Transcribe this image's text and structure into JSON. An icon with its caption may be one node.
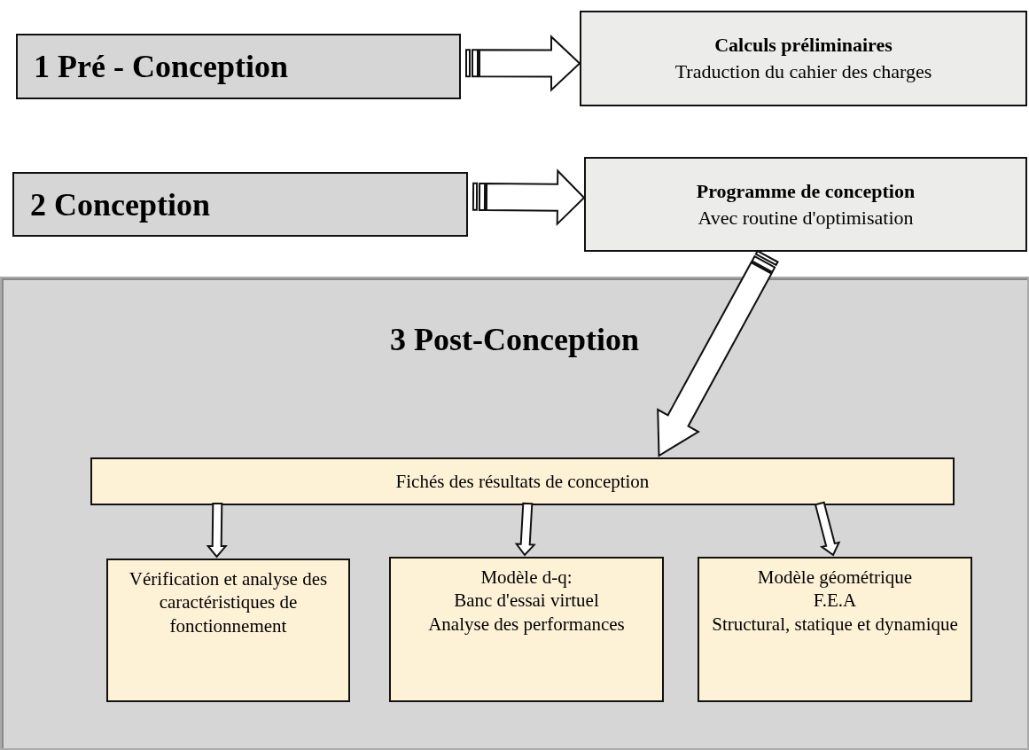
{
  "diagram": {
    "nodes": [
      {
        "text": [
          "1 Pré - Conception"
        ]
      },
      {
        "text": [
          "Calculs préliminaires",
          "Traduction du cahier des charges"
        ]
      },
      {
        "text": [
          "2 Conception"
        ]
      },
      {
        "text": [
          "Programme de conception",
          "Avec routine d'optimisation"
        ]
      },
      {
        "text": [
          "3 Post-Conception"
        ]
      },
      {
        "text": [
          "Fichés des résultats de conception"
        ],
        "in": 4
      },
      {
        "text": [
          "Vérification et analyse des caractéristiques de fonctionnement"
        ],
        "in": 4
      },
      {
        "text": [
          "Modèle d-q:",
          "Banc d'essai virtuel",
          "Analyse des performances"
        ],
        "in": 4
      },
      {
        "text": [
          "Modèle géométrique",
          "F.E.A",
          "Structural, statique et dynamique"
        ],
        "in": 4
      }
    ],
    "edges": [
      {
        "from": 0,
        "to": 1,
        "arrow": "to"
      },
      {
        "from": 2,
        "to": 3,
        "arrow": "to"
      },
      {
        "from": 3,
        "to": 5,
        "arrow": "to"
      },
      {
        "from": 5,
        "to": 6,
        "arrow": "to"
      },
      {
        "from": 5,
        "to": 7,
        "arrow": "to"
      },
      {
        "from": 5,
        "to": 8,
        "arrow": "to"
      }
    ]
  }
}
